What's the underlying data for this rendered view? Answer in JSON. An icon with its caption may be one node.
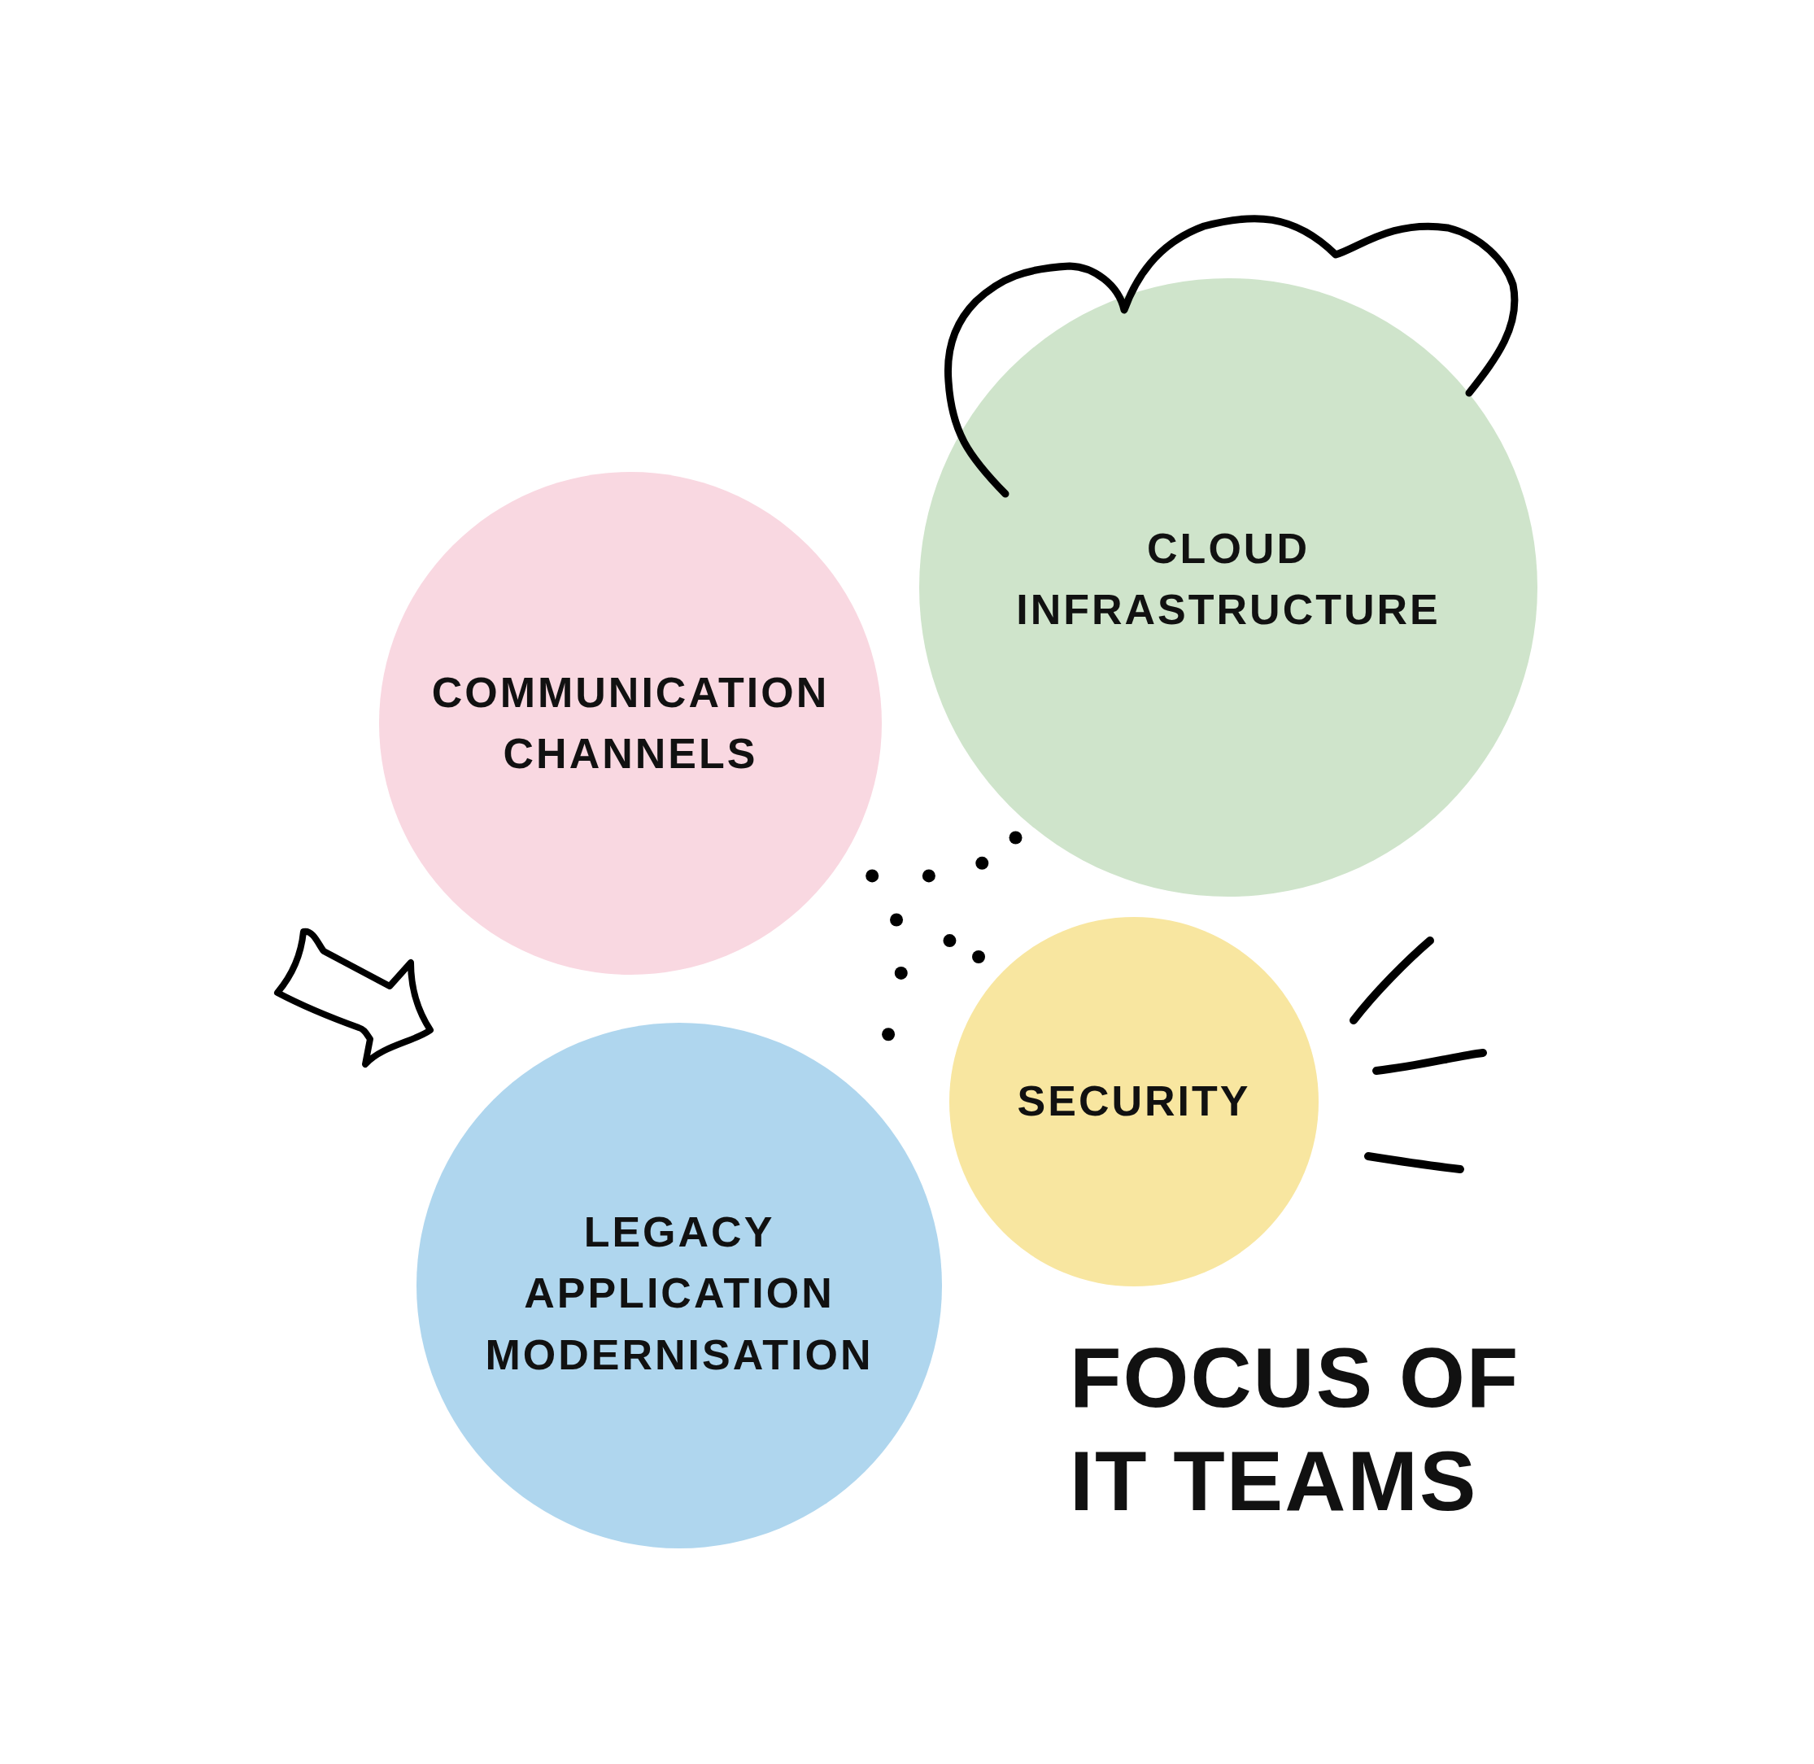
{
  "diagram": {
    "title": "FOCUS OF IT TEAMS",
    "nodes": [
      {
        "text": [
          "CLOUD INFRASTRUCTURE"
        ]
      },
      {
        "text": [
          "COMMUNICATION CHANNELS"
        ]
      },
      {
        "text": [
          "SECURITY"
        ]
      },
      {
        "text": [
          "LEGACY APPLICATION MODERNISATION"
        ]
      }
    ]
  }
}
